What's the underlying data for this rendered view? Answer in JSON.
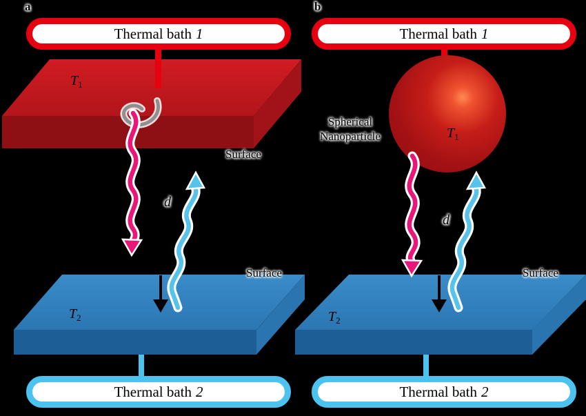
{
  "panel_a": {
    "corner_label": "a",
    "bath_top": {
      "text": "Thermal bath",
      "number": "1"
    },
    "bath_bottom": {
      "text": "Thermal bath",
      "number": "2"
    },
    "emitter_temp": {
      "symbol": "T",
      "sub": "1"
    },
    "receiver_temp": {
      "symbol": "T",
      "sub": "2"
    },
    "surface_top": "Surface",
    "surface_bottom": "Surface",
    "gap": "d"
  },
  "panel_b": {
    "corner_label": "b",
    "bath_top": {
      "text": "Thermal bath",
      "number": "1"
    },
    "bath_bottom": {
      "text": "Thermal bath",
      "number": "2"
    },
    "nanoparticle": {
      "line1": "Spherical",
      "line2": "Nanoparticle"
    },
    "particle_temp": {
      "symbol": "T",
      "sub": "1"
    },
    "receiver_temp": {
      "symbol": "T",
      "sub": "2"
    },
    "surface_bottom": "Surface",
    "gap": "d"
  },
  "colors": {
    "background": "#000000",
    "hot_red_outline": "#e60010",
    "cold_blue_outline": "#4cc2ee",
    "bath_fill": "#ffffff",
    "slab_red_top": "#c9191f",
    "slab_red_front": "#8e1015",
    "slab_red_side": "#a21319",
    "slab_blue_top": "#2f82c2",
    "slab_blue_front": "#1e5e97",
    "slab_blue_side": "#2a74af",
    "sphere_red": "#a31114",
    "sphere_highlight": "#ff8a55",
    "pink_wave": "#e81778",
    "blue_wave": "#57c3ea",
    "text": "#000000"
  }
}
